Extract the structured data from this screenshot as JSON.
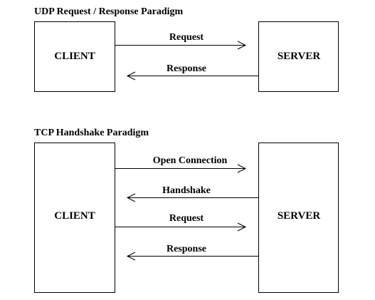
{
  "udp": {
    "title": "UDP Request / Response Paradigm",
    "client_label": "CLIENT",
    "server_label": "SERVER",
    "messages": [
      {
        "label": "Request",
        "direction": "right"
      },
      {
        "label": "Response",
        "direction": "left"
      }
    ]
  },
  "tcp": {
    "title": "TCP Handshake Paradigm",
    "client_label": "CLIENT",
    "server_label": "SERVER",
    "messages": [
      {
        "label": "Open Connection",
        "direction": "right"
      },
      {
        "label": "Handshake",
        "direction": "left"
      },
      {
        "label": "Request",
        "direction": "right"
      },
      {
        "label": "Response",
        "direction": "left"
      }
    ]
  },
  "colors": {
    "stroke": "#000000",
    "background": "#ffffff"
  }
}
